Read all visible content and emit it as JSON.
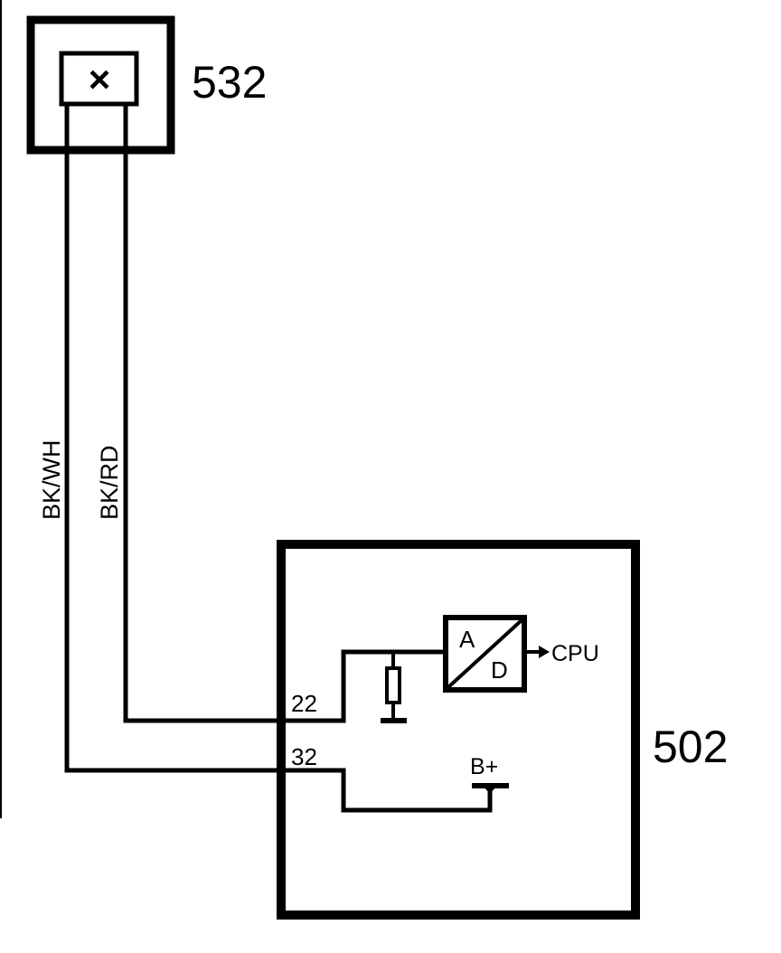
{
  "components": {
    "sensor": {
      "id": "532",
      "symbol": "×"
    },
    "module": {
      "id": "502"
    },
    "adc": {
      "in_label": "A",
      "out_label": "D",
      "output": "CPU"
    },
    "supply": {
      "label": "B+"
    }
  },
  "wires": [
    {
      "color": "BK/WH",
      "pin": "32"
    },
    {
      "color": "BK/RD",
      "pin": "22"
    }
  ]
}
